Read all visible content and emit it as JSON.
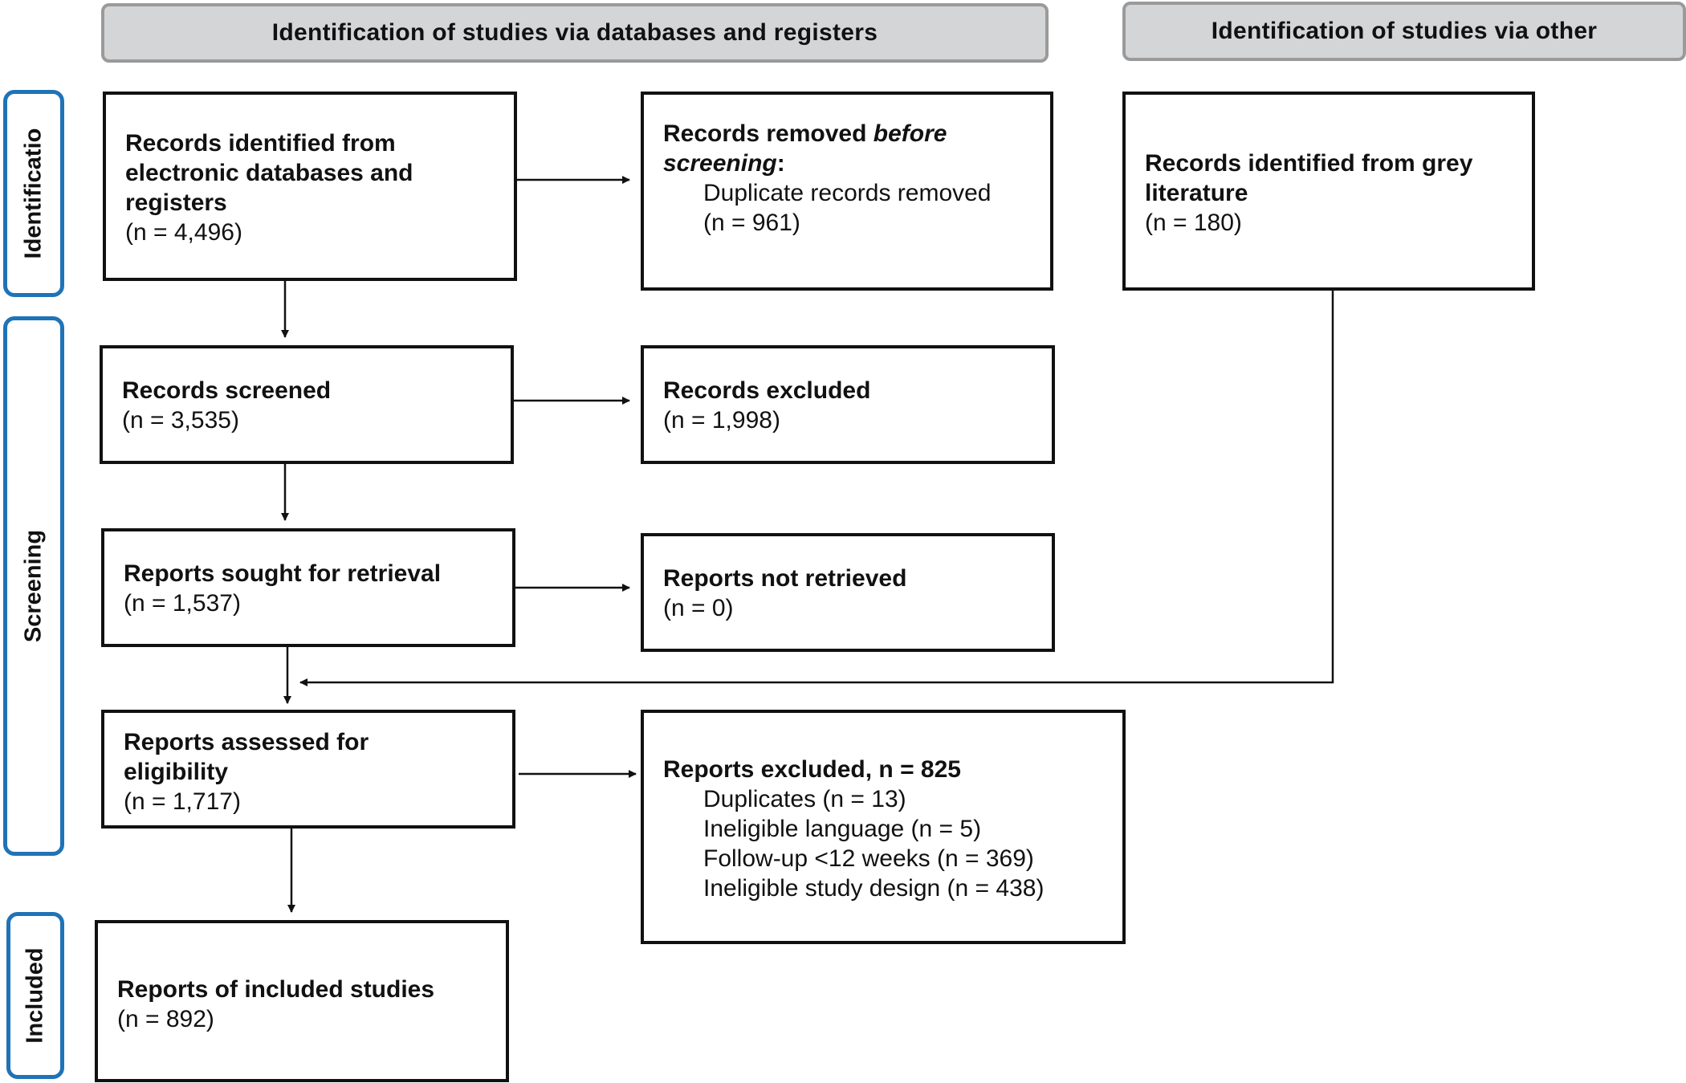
{
  "headers": {
    "databases": "Identification of studies via databases and registers",
    "other": "Identification of studies via other"
  },
  "stages": {
    "identification": "Identificatio",
    "screening": "Screening",
    "included": "Included"
  },
  "boxes": {
    "records_identified": {
      "title_lines": [
        "Records identified from",
        "electronic databases and",
        "registers"
      ],
      "count": "(n = 4,496)"
    },
    "records_removed": {
      "title_prefix": "Records removed ",
      "title_italic_1": "before",
      "title_italic_2": "screening",
      "title_suffix": ":",
      "detail": "Duplicate records removed",
      "count": "(n = 961)"
    },
    "grey_literature": {
      "title_lines": [
        "Records identified from grey",
        "literature"
      ],
      "count": "(n = 180)"
    },
    "records_screened": {
      "title": "Records screened",
      "count": "(n = 3,535)"
    },
    "records_excluded": {
      "title": "Records excluded",
      "count": "(n = 1,998)"
    },
    "reports_sought": {
      "title": "Reports sought for retrieval",
      "count": "(n = 1,537)"
    },
    "reports_not_retrieved": {
      "title": "Reports not retrieved",
      "count": "(n = 0)"
    },
    "reports_assessed": {
      "title_lines": [
        "Reports assessed for",
        "eligibility"
      ],
      "count": "(n = 1,717)"
    },
    "reports_excluded": {
      "title": "Reports excluded, n = 825",
      "reasons": [
        "Duplicates (n = 13)",
        "Ineligible language (n = 5)",
        "Follow-up <12 weeks (n = 369)",
        "Ineligible study design (n = 438)"
      ]
    },
    "included_studies": {
      "title": "Reports of included studies",
      "count": "(n = 892)"
    }
  }
}
